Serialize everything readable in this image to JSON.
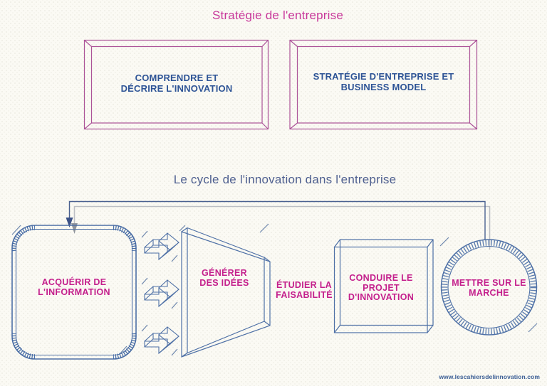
{
  "strategy_section": {
    "title": "Stratégie de l'entreprise",
    "boxes": [
      {
        "lines": [
          "COMPRENDRE ET",
          "DÉCRIRE L'INNOVATION"
        ]
      },
      {
        "lines": [
          "STRATÉGIE D'ENTREPRISE ET",
          "BUSINESS MODEL"
        ]
      }
    ]
  },
  "cycle_section": {
    "title": "Le cycle de l'innovation dans l'entreprise",
    "steps": [
      {
        "shape": "rounded-rectangle",
        "lines": [
          "ACQUÉRIR DE",
          "L'INFORMATION"
        ]
      },
      {
        "shape": "funnel",
        "lines": [
          "GÉNÉRER",
          "DES IDÉES"
        ]
      },
      {
        "shape": "text-only",
        "lines": [
          "ÉTUDIER LA",
          "FAISABILITÉ"
        ]
      },
      {
        "shape": "square",
        "lines": [
          "CONDUIRE LE",
          "PROJET",
          "D'INNOVATION"
        ]
      },
      {
        "shape": "circle",
        "lines": [
          "METTRE SUR LE",
          "MARCHE"
        ]
      }
    ]
  },
  "footer": {
    "url": "www.lescahiersdelinnovation.com"
  },
  "colors": {
    "title_pink": "#c8379a",
    "title_blue": "#4f6090",
    "label_pink": "#c41f8c",
    "label_navy": "#2e5496",
    "box_outline_pink": "#ac5398",
    "shape_blue": "#4e70a6",
    "hatch_blue": "#3f66a2",
    "feedback_dark": "#4a6190",
    "feedback_gray": "#bcbfc4",
    "background": "#fbfaf4"
  }
}
